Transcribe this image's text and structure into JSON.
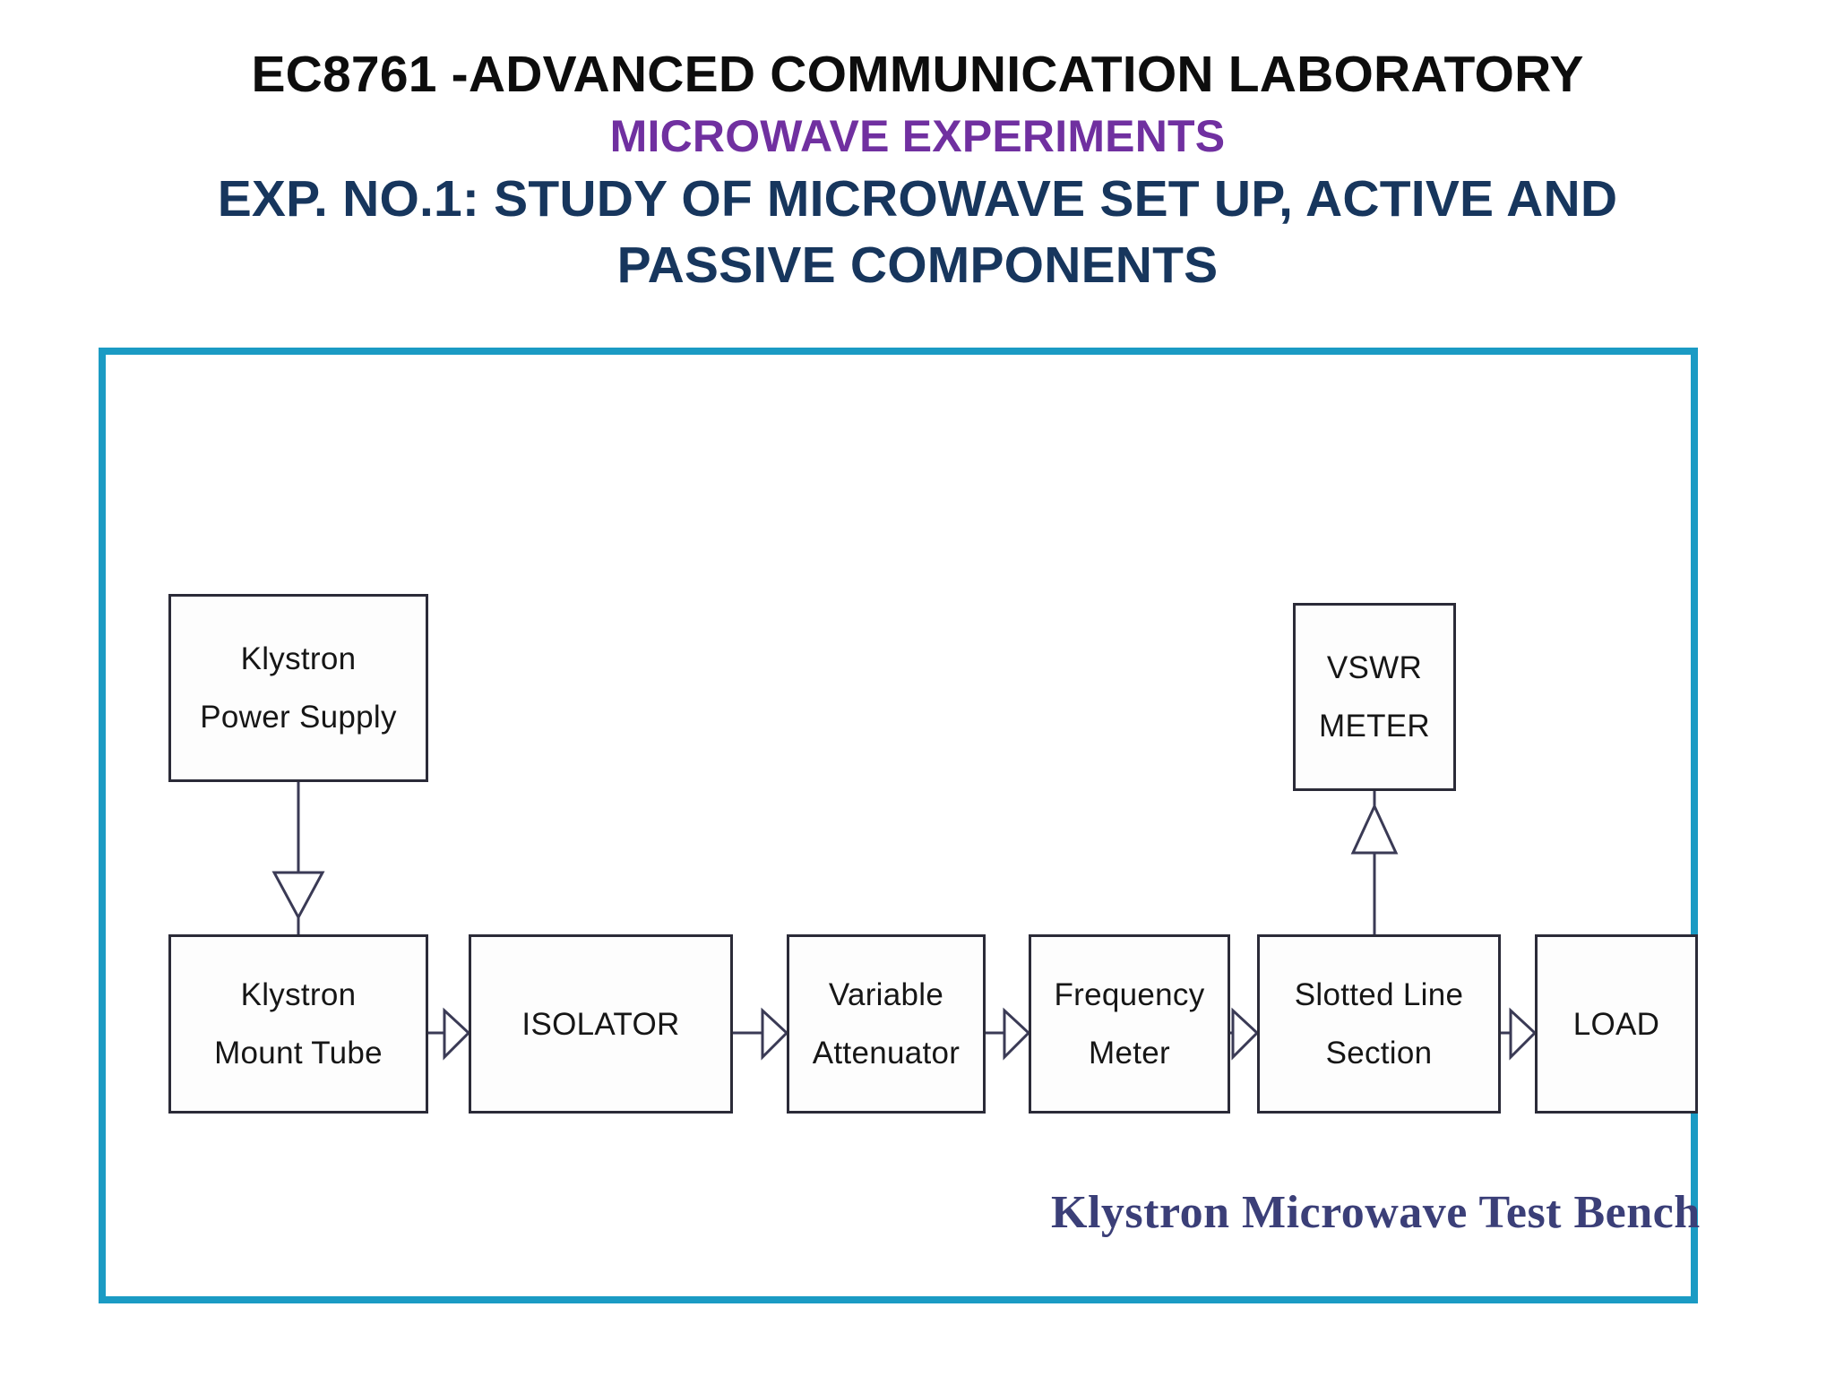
{
  "title": {
    "line1": "EC8761 -ADVANCED COMMUNICATION LABORATORY",
    "line2": "MICROWAVE EXPERIMENTS",
    "line3": "EXP. NO.1: STUDY OF MICROWAVE SET UP, ACTIVE AND",
    "line4": "PASSIVE COMPONENTS",
    "colors": {
      "line1": "#0d0d0d",
      "line2": "#7030A0",
      "line3": "#17365D"
    }
  },
  "diagram": {
    "frame_color": "#1B9BC4",
    "caption": "Klystron Microwave Test Bench",
    "caption_color": "#3b3f78",
    "box_border_color": "#2b2b38",
    "connector_color": "#3a3a55",
    "nodes": [
      {
        "id": "klystron-power-supply",
        "line1": "Klystron",
        "line2": "Power Supply"
      },
      {
        "id": "vswr-meter",
        "line1": "VSWR",
        "line2": "METER"
      },
      {
        "id": "klystron-mount-tube",
        "line1": "Klystron",
        "line2": "Mount Tube"
      },
      {
        "id": "isolator",
        "line1": "ISOLATOR",
        "line2": ""
      },
      {
        "id": "variable-attenuator",
        "line1": "Variable",
        "line2": "Attenuator"
      },
      {
        "id": "frequency-meter",
        "line1": "Frequency",
        "line2": "Meter"
      },
      {
        "id": "slotted-line-section",
        "line1": "Slotted Line",
        "line2": "Section"
      },
      {
        "id": "load",
        "line1": "LOAD",
        "line2": ""
      }
    ],
    "connections": [
      {
        "from": "klystron-power-supply",
        "to": "klystron-mount-tube",
        "direction": "down"
      },
      {
        "from": "klystron-mount-tube",
        "to": "isolator",
        "direction": "right"
      },
      {
        "from": "isolator",
        "to": "variable-attenuator",
        "direction": "right"
      },
      {
        "from": "variable-attenuator",
        "to": "frequency-meter",
        "direction": "right"
      },
      {
        "from": "frequency-meter",
        "to": "slotted-line-section",
        "direction": "right"
      },
      {
        "from": "slotted-line-section",
        "to": "load",
        "direction": "right"
      },
      {
        "from": "slotted-line-section",
        "to": "vswr-meter",
        "direction": "up"
      }
    ]
  }
}
